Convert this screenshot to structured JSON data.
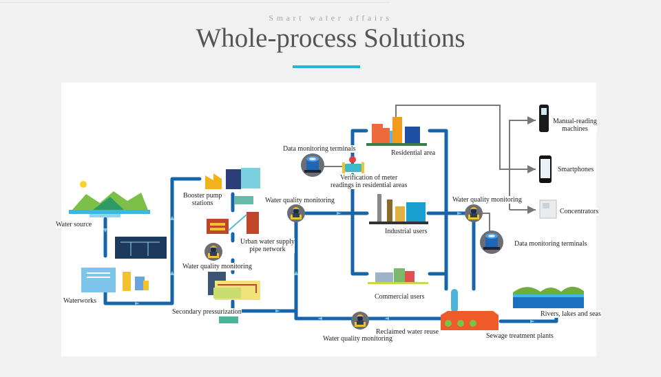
{
  "header": {
    "subtitle": "Smart water affairs",
    "title": "Whole-process Solutions",
    "accent_color": "#1fb8d9"
  },
  "colors": {
    "pipe": "#1565a8",
    "signal_line": "#777777",
    "monitor_circle": "#6b6e72",
    "background": "#f1f1f1",
    "panel": "#ffffff"
  },
  "nodes": {
    "water_source": "Water source",
    "waterworks": "Waterworks",
    "booster_pump_l1": "Booster pump",
    "booster_pump_l2": "stations",
    "urban_pipe_l1": "Urban water supply",
    "urban_pipe_l2": "pipe network",
    "wq_monitoring_left": "Water quality monitoring",
    "secondary_pressurization": "Secondary pressurization",
    "wq_monitoring_center": "Water quality monitoring",
    "data_terminals_top": "Data monitoring terminals",
    "meter_verification_l1": "Verification of meter",
    "meter_verification_l2": "readings in residential areas",
    "residential_area": "Residential area",
    "industrial_users": "Industrial users",
    "commercial_users": "Commercial users",
    "wq_monitoring_right": "Water quality monitoring",
    "data_terminals_right": "Data monitoring terminals",
    "manual_reading_l1": "Manual-reading",
    "manual_reading_l2": "machines",
    "smartphones": "Smartphones",
    "concentrators": "Concentrators",
    "rivers": "Rivers, lakes and seas",
    "sewage_plants": "Sewage treatment plants",
    "reclaimed_reuse": "Reclaimed water reuse",
    "wq_monitoring_bottom": "Water quality monitoring"
  },
  "icons": {
    "worker": "monitoring-worker-icon",
    "meter": "water-meter-icon",
    "valve": "valve-icon"
  }
}
